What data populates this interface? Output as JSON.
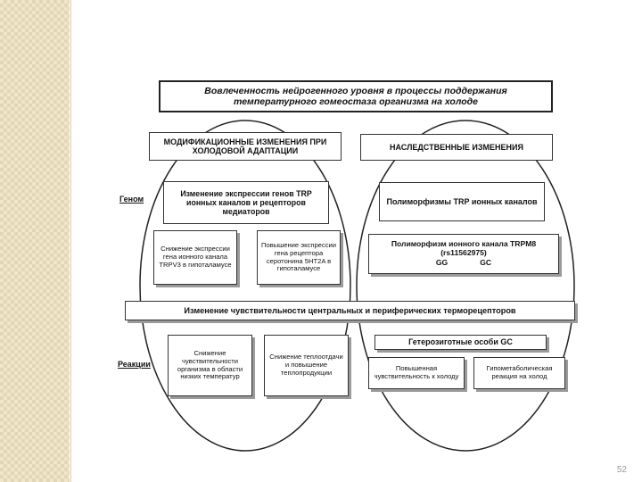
{
  "slide": {
    "title": "Вовлеченность нейрогенного уровня в процессы поддержания температурного гомеостаза организма на холоде",
    "left_header": "МОДИФИКАЦИОННЫЕ ИЗМЕНЕНИЯ ПРИ ХОЛОДОВОЙ АДАПТАЦИИ",
    "right_header": "НАСЛЕДСТВЕННЫЕ ИЗМЕНЕНИЯ",
    "label_genome": "Геном",
    "label_reactions": "Реакции",
    "left_genome_box": "Изменение экспрессии генов TRP ионных каналов и рецепторов медиаторов",
    "left_sub_1": "Снижение экспрессии гена ионного канала TRPV3 в гипоталамусе",
    "left_sub_2": "Повышение экспрессии гена рецептора серотонина 5HT2A в гипоталамусе",
    "right_genome_box": "Полиморфизмы TRP ионных каналов",
    "right_trpm8_box": "Полиморфизм ионного канала TRPM8 (rs11562975)",
    "genotype_gg": "GG",
    "genotype_gc": "GC",
    "center_bar": "Изменение чувствительности центральных и периферических терморецепторов",
    "left_react_1": "Снижение чувствительности организма в области низких температур",
    "left_react_2": "Снижение теплоотдачи и повышение теплопродукции",
    "hetero_box": "Гетерозиготные особи GC",
    "right_react_1": "Повышенная чувствительность к холоду",
    "right_react_2": "Гипометаболическая реакция на холод",
    "page_number": "52"
  }
}
